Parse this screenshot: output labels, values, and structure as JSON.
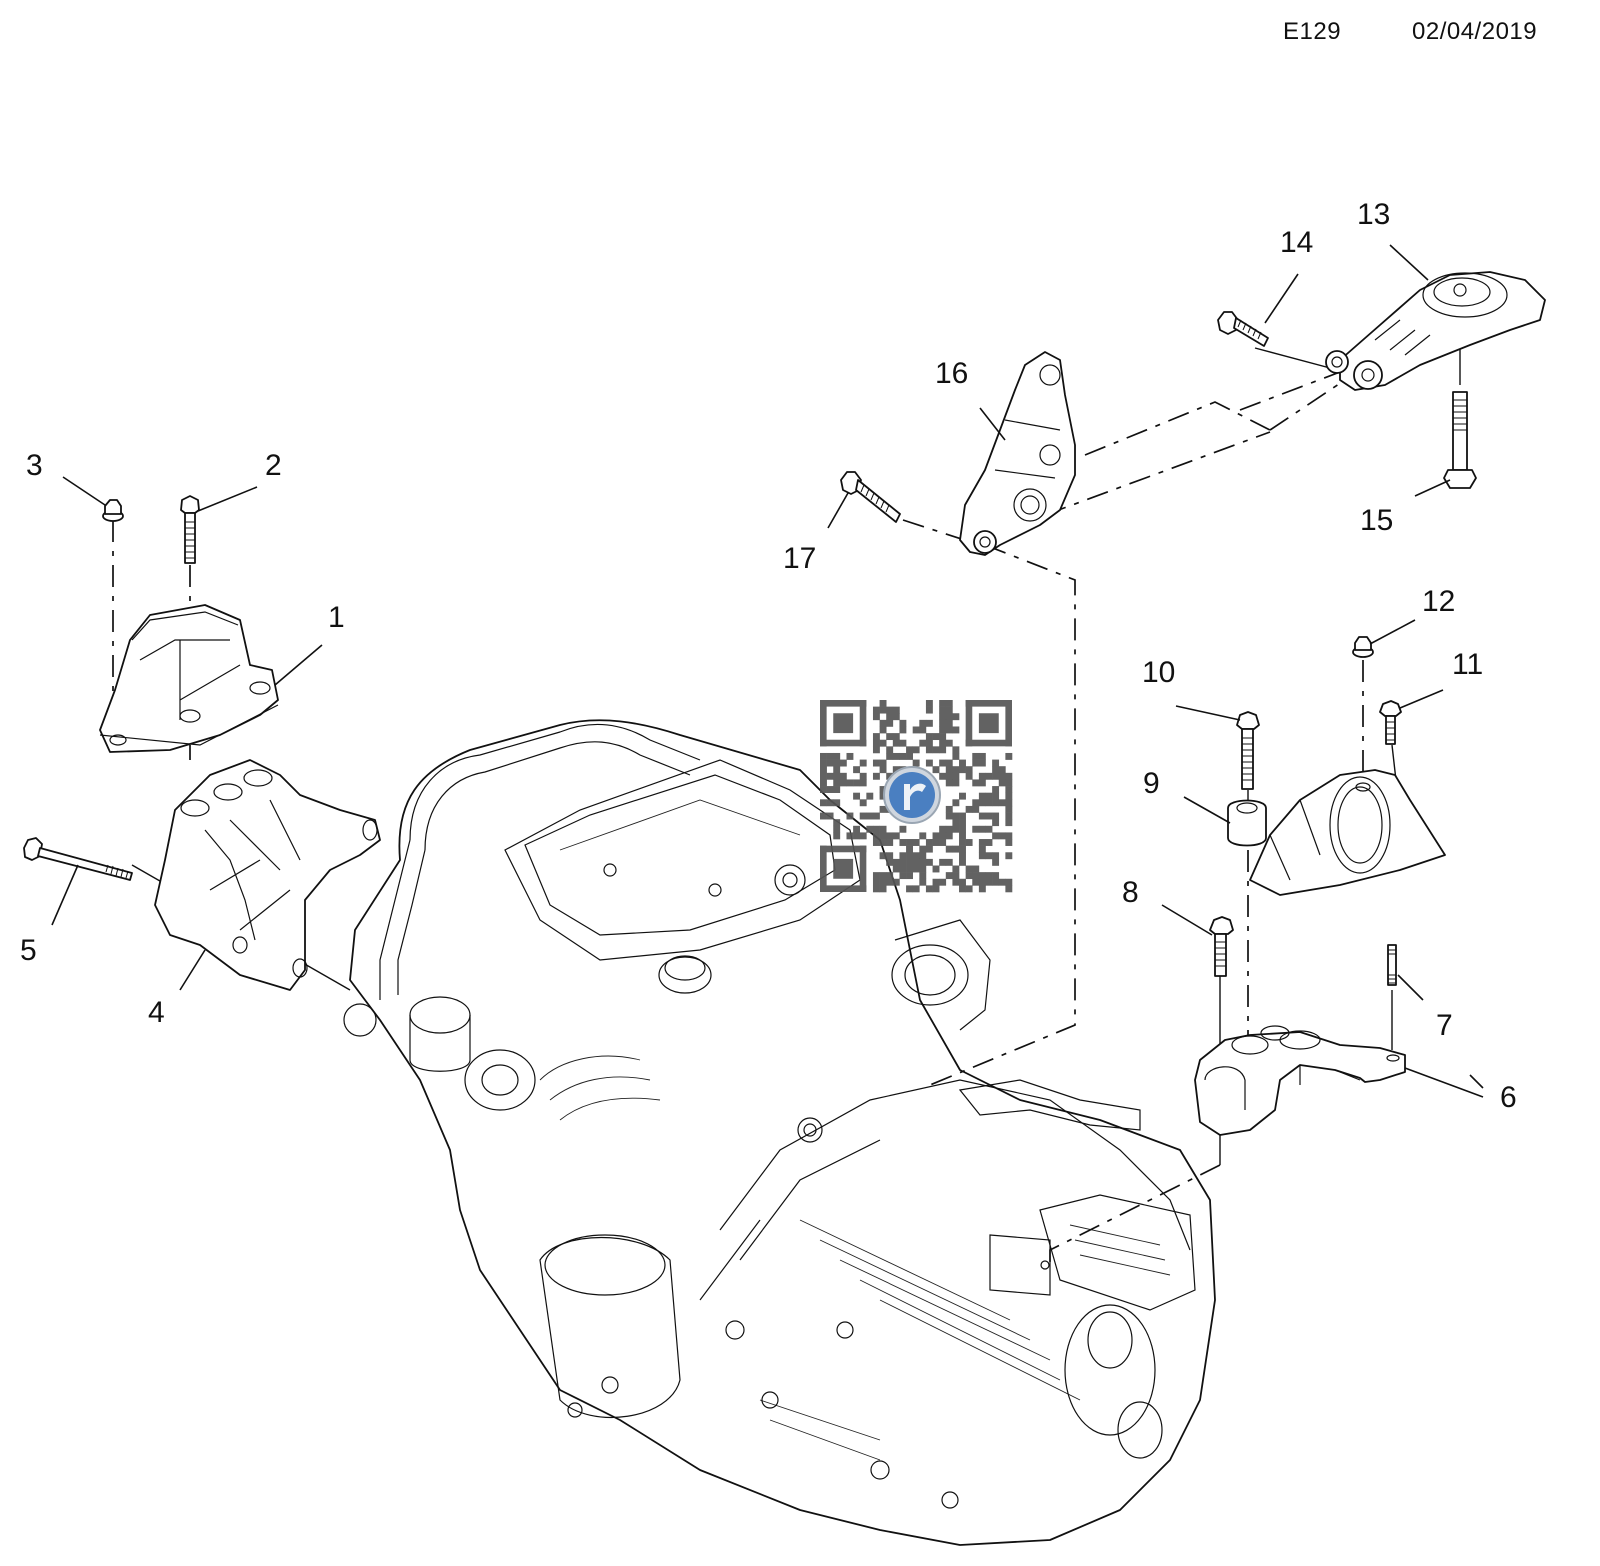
{
  "header": {
    "diagram_code": "E129",
    "date": "02/04/2019"
  },
  "diagram": {
    "title": "Engine and transmission mounts (exploded view)",
    "callouts": [
      {
        "id": "1",
        "label": "1",
        "part": "engine mount (right side)"
      },
      {
        "id": "2",
        "label": "2",
        "part": "bolt"
      },
      {
        "id": "3",
        "label": "3",
        "part": "nut"
      },
      {
        "id": "4",
        "label": "4",
        "part": "engine mount bracket"
      },
      {
        "id": "5",
        "label": "5",
        "part": "long through bolt"
      },
      {
        "id": "6",
        "label": "6",
        "part": "transmission mount bracket (lower)"
      },
      {
        "id": "7",
        "label": "7",
        "part": "stud"
      },
      {
        "id": "8",
        "label": "8",
        "part": "bolt"
      },
      {
        "id": "9",
        "label": "9",
        "part": "transmission mount (left side)"
      },
      {
        "id": "10",
        "label": "10",
        "part": "bolt"
      },
      {
        "id": "11",
        "label": "11",
        "part": "bolt"
      },
      {
        "id": "12",
        "label": "12",
        "part": "nut"
      },
      {
        "id": "13",
        "label": "13",
        "part": "rear torque rod mount"
      },
      {
        "id": "14",
        "label": "14",
        "part": "bolt"
      },
      {
        "id": "15",
        "label": "15",
        "part": "bolt"
      },
      {
        "id": "16",
        "label": "16",
        "part": "rear mount bracket"
      },
      {
        "id": "17",
        "label": "17",
        "part": "bolt"
      }
    ],
    "assembly": "engine and transmission assembly"
  },
  "watermark": {
    "type": "qr-code",
    "logo_icon": "r-logo-icon",
    "logo_color": "#4a7fc1"
  }
}
